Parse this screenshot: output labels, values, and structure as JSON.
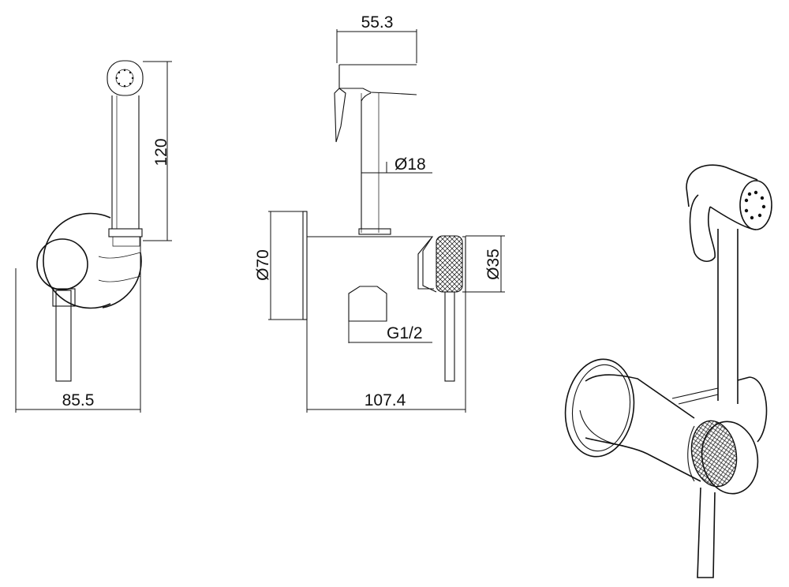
{
  "dimensions": {
    "shower_width": "55.3",
    "hose_length": "120",
    "pipe_diameter": "Ø18",
    "plate_diameter": "Ø70",
    "knob_diameter": "Ø35",
    "thread": "G1/2",
    "total_depth": "107.4",
    "total_width": "85.5"
  },
  "colors": {
    "line": "#111111",
    "background": "#ffffff"
  }
}
